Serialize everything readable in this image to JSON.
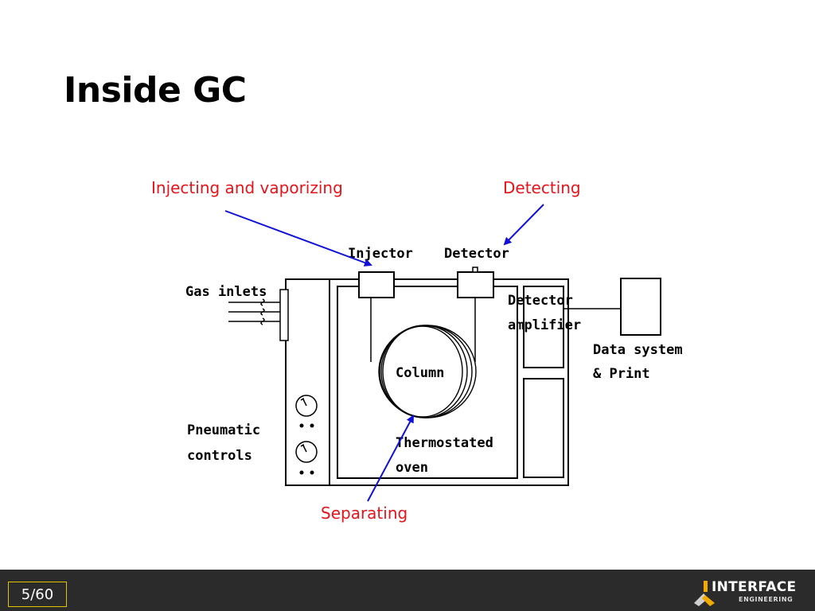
{
  "slide": {
    "title": "Inside GC"
  },
  "callouts": {
    "injecting": "Injecting and vaporizing",
    "detecting": "Detecting",
    "separating": "Separating"
  },
  "diagram_labels": {
    "injector": "Injector",
    "detector": "Detector",
    "gas_inlets": "Gas inlets",
    "detector_amp_1": "Detector",
    "detector_amp_2": "amplifier",
    "data_system_1": "Data system",
    "data_system_2": "& Print",
    "column": "Column",
    "pneumatic_1": "Pneumatic",
    "pneumatic_2": "controls",
    "oven_1": "Thermostated",
    "oven_2": "oven"
  },
  "footer": {
    "page": "5/60",
    "logo_main": "INTERFACE",
    "logo_sub": "ENGINEERING"
  },
  "colors": {
    "callout_text": "#e8141b",
    "arrow": "#1010d8",
    "footer_bg": "#2b2b2b",
    "page_border": "#e2c300",
    "logo_accent": "#f2a900"
  }
}
